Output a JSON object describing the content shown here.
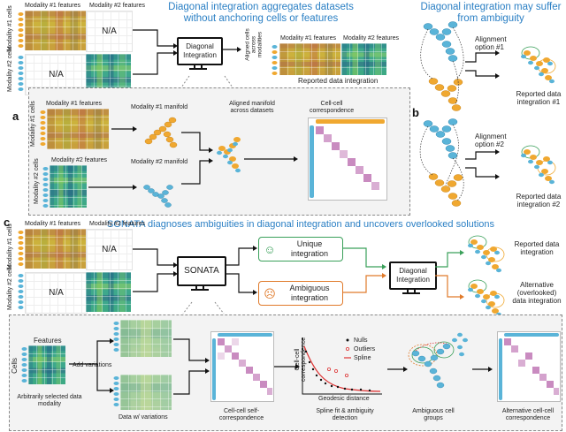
{
  "top": {
    "title_line1": "Diagonal integration aggregates datasets",
    "title_line2": "without anchoring cells or features",
    "mod1_features": "Modality #1 features",
    "mod2_features": "Modality #2 features",
    "mod1_cells": "Modality #1 cells",
    "mod2_cells": "Modality #2 cells",
    "na": "N/A",
    "diagonal_integration": "Diagonal Integration",
    "aligned_cells": "Aligned cells across modalities",
    "reported": "Reported data integration"
  },
  "panel_a": {
    "letter": "a",
    "mod1_features": "Modality #1 features",
    "mod2_features": "Modality #2 features",
    "mod1_cells": "Modality #1 cells",
    "mod2_cells": "Modality #2 cells",
    "mod1_manifold": "Modality #1 manifold",
    "mod2_manifold": "Modality #2 manifold",
    "aligned_manifold": "Aligned manifold across datasets",
    "correspondence": "Cell-cell correspondence"
  },
  "panel_b": {
    "title_line1": "Diagonal integration may suffer",
    "title_line2": "from ambiguity",
    "letter": "b",
    "option1": "Alignment option #1",
    "option2": "Alignment option #2",
    "reported1": "Reported data integration #1",
    "reported2": "Reported data integration #2"
  },
  "panel_c": {
    "letter": "c",
    "title": "SONATA diagnoses ambiguities in diagonal integration and uncovers overlooked solutions",
    "mod1_features": "Modality #1 features",
    "mod2_features": "Modality #2 features",
    "mod1_cells": "Modality #1 cells",
    "mod2_cells": "Modality #2 cells",
    "na": "N/A",
    "sonata": "SONATA",
    "unique": "Unique integration",
    "ambiguous": "Ambiguous integration",
    "diagonal_integration": "Diagonal Integration",
    "reported": "Reported data integration",
    "alternative": "Alternative (overlooked) data integration",
    "features": "Features",
    "cells": "Cells",
    "add_variations": "Add variations",
    "arbitrary": "Arbitrarily selected data modality",
    "data_w_var": "Data w/ variations",
    "self_corr": "Cell-cell self-correspondence",
    "y_axis": "Cell-cell correspondence",
    "x_axis": "Geodesic distance",
    "legend": [
      "Nulls",
      "Outliers",
      "Spline"
    ],
    "spline_fit": "Spline fit & ambiguity detection",
    "amb_groups": "Ambiguous cell groups",
    "alt_corr": "Alternative cell-cell correspondence"
  },
  "colors": {
    "title_blue": "#2a7fc4",
    "unique_green": "#3aa05a",
    "ambiguous_orange": "#e07a2a",
    "cell_orange": "#f0a830",
    "cell_blue": "#5ab4d8",
    "corr_pink": "#c98bc0"
  }
}
